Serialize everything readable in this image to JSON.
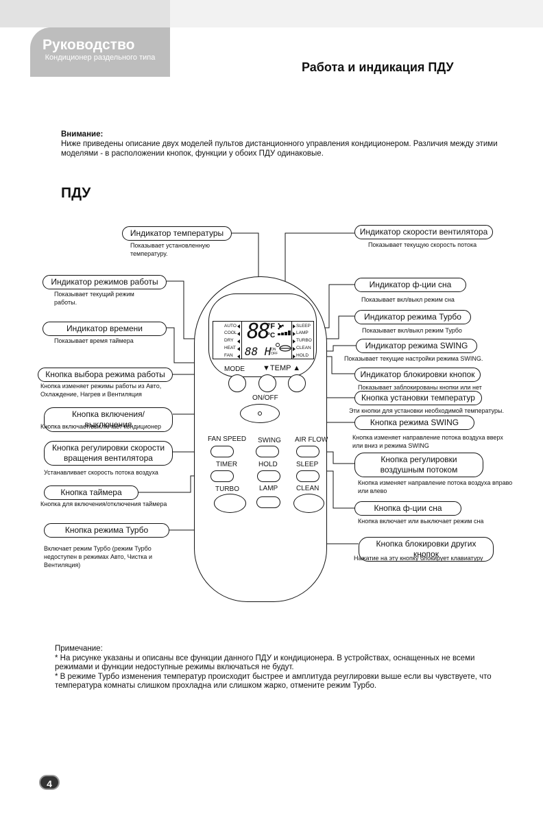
{
  "header": {
    "title": "Руководство",
    "subtitle": "Кондиционер раздельного типа",
    "heading": "Работа и индикация ПДУ"
  },
  "warning": {
    "title": "Внимание:",
    "text": "Ниже приведены описание двух моделей пультов дистанционного управления кондиционером. Различия между этими моделями - в расположении кнопок, функции у обоих ПДУ одинаковые."
  },
  "section_title": "ПДУ",
  "callouts": {
    "temp_indicator": {
      "label": "Индикатор температуры",
      "desc": "Показывает установленную температуру."
    },
    "mode_indicator": {
      "label": "Индикатор режимов работы",
      "desc": "Показывает текущий режим работы."
    },
    "time_indicator": {
      "label": "Индикатор времени",
      "desc": "Показывает время таймера"
    },
    "mode_button": {
      "label": "Кнопка выбора режима работы",
      "desc": "Кнопка изменяет режимы работы из Авто, Охлаждение, Нагрев и Вентиляция"
    },
    "power_button": {
      "label": "Кнопка включения/выключения",
      "desc": "Кнопка включает/выключает кондиционер"
    },
    "fan_speed_button": {
      "label": "Кнопка регулировки скорости вращения вентилятора",
      "desc": "Устанавливает скорость потока воздуха"
    },
    "timer_button": {
      "label": "Кнопка таймера",
      "desc": "Кнопка для включения/отключения таймера"
    },
    "turbo_button": {
      "label": "Кнопка режима Турбо",
      "desc": "Включает режим Турбо (режим Турбо недоступен в режимах Авто, Чистка и Вентиляция)"
    },
    "fan_speed_indicator": {
      "label": "Индикатор скорости вентилятора",
      "desc": "Показывает текущую скорость потока"
    },
    "sleep_indicator": {
      "label": "Индикатор ф-ции сна",
      "desc": "Показывает вкл/выкл режим сна"
    },
    "turbo_indicator": {
      "label": "Индикатор режима Турбо",
      "desc": "Показывает вкл/выкл режим Турбо"
    },
    "swing_indicator": {
      "label": "Индикатор режима SWING",
      "desc": "Показывает текущие настройки режима SWING."
    },
    "lock_indicator": {
      "label": "Индикатор блокировки кнопок",
      "desc": "Показывает заблокированы кнопки или нет"
    },
    "temp_button": {
      "label": "Кнопка установки температур",
      "desc": "Эти кнопки для установки необходимой температуры."
    },
    "swing_button": {
      "label": "Кнопка режима SWING",
      "desc": "Кнопка изменяет направление потока воздуха вверх или вниз и режима SWING"
    },
    "airflow_button": {
      "label": "Кнопка регулировки воздушным потоком",
      "desc": "Кнопка изменяет направление потока воздуха вправо или влево"
    },
    "sleep_button": {
      "label": "Кнопка ф-ции сна",
      "desc": "Кнопка включает или выключает режим сна"
    },
    "lock_button": {
      "label": "Кнопка блокировки других кнопок",
      "desc": "Нажатие на эту кнопку блокирует клавиатуру"
    }
  },
  "lcd": {
    "modes": [
      "AUTO",
      "COOL",
      "DRY",
      "HEAT",
      "FAN"
    ],
    "functions": [
      "SLEEP",
      "LAMP",
      "TURBO",
      "CLEAN",
      "HOLD"
    ],
    "temp_digits": "88",
    "unit_f": "°F",
    "unit_c": "°C",
    "time_digits": "88 H",
    "on_off_small": "ON OFF"
  },
  "remote_buttons": {
    "mode": "MODE",
    "temp": "▼TEMP ▲",
    "onoff": "ON/OFF",
    "fan_speed": "FAN SPEED",
    "swing": "SWING",
    "air_flow": "AIR FLOW",
    "timer": "TIMER",
    "hold": "HOLD",
    "sleep": "SLEEP",
    "turbo": "TURBO",
    "lamp": "LAMP",
    "clean": "CLEAN"
  },
  "note": {
    "title": "Примечание:",
    "line1": "* На рисунке указаны и описаны все функции данного ПДУ и кондиционера. В устройствах, оснащенных не всеми режимами и функции недоступные режимы включаться не будут.",
    "line2": "* В режиме Турбо изменения температур происходит быстрее и амплитуда реуглировки выше если вы чувствуете, что температура комнаты слишком прохладна или слишком жарко, отмените режим Турбо."
  },
  "page_number": "4"
}
